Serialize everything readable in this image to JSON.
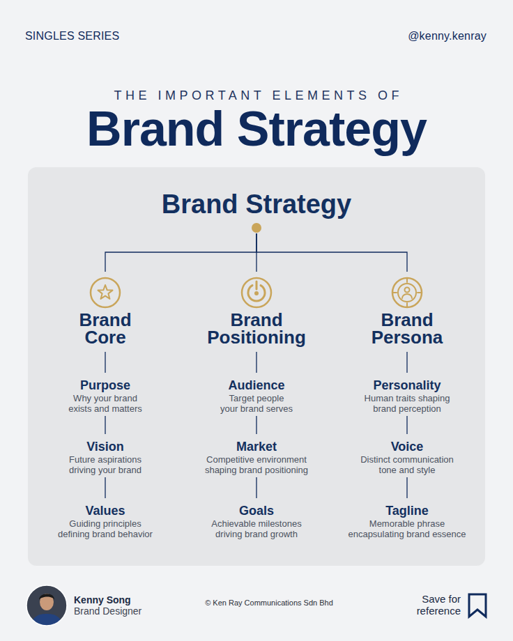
{
  "diagram": {
    "title": "Brand Strategy",
    "nodes": [
      {
        "text": [
          "Brand Strategy"
        ]
      },
      {
        "text": [
          "Brand Core"
        ]
      },
      {
        "text": [
          "Brand Positioning"
        ]
      },
      {
        "text": [
          "Brand Persona"
        ]
      },
      {
        "text": [
          "Purpose",
          "Why your brand exists and matters"
        ]
      },
      {
        "text": [
          "Vision",
          "Future aspirations driving your brand"
        ]
      },
      {
        "text": [
          "Values",
          "Guiding principles defining brand behavior"
        ]
      },
      {
        "text": [
          "Audience",
          "Target people your brand serves"
        ]
      },
      {
        "text": [
          "Market",
          "Competitive environment shaping brand positioning"
        ]
      },
      {
        "text": [
          "Goals",
          "Achievable milestones driving brand growth"
        ]
      },
      {
        "text": [
          "Personality",
          "Human traits shaping brand perception"
        ]
      },
      {
        "text": [
          "Voice",
          "Distinct communication tone and style"
        ]
      },
      {
        "text": [
          "Tagline",
          "Memorable phrase encapsulating brand essence"
        ]
      }
    ],
    "edges": [
      {
        "from": 0,
        "to": 1,
        "arrow": "none"
      },
      {
        "from": 0,
        "to": 2,
        "arrow": "none"
      },
      {
        "from": 0,
        "to": 3,
        "arrow": "none"
      },
      {
        "from": 1,
        "to": 4,
        "arrow": "none"
      },
      {
        "from": 4,
        "to": 5,
        "arrow": "none"
      },
      {
        "from": 5,
        "to": 6,
        "arrow": "none"
      },
      {
        "from": 2,
        "to": 7,
        "arrow": "none"
      },
      {
        "from": 7,
        "to": 8,
        "arrow": "none"
      },
      {
        "from": 8,
        "to": 9,
        "arrow": "none"
      },
      {
        "from": 3,
        "to": 10,
        "arrow": "none"
      },
      {
        "from": 10,
        "to": 11,
        "arrow": "none"
      },
      {
        "from": 11,
        "to": 12,
        "arrow": "none"
      }
    ],
    "labels": [
      "SINGLES SERIES",
      "@kenny.kenray",
      "THE IMPORTANT ELEMENTS OF",
      "Kenny Song",
      "Brand Designer",
      "© Ken Ray Communications Sdn Bhd",
      "Save for reference"
    ]
  }
}
